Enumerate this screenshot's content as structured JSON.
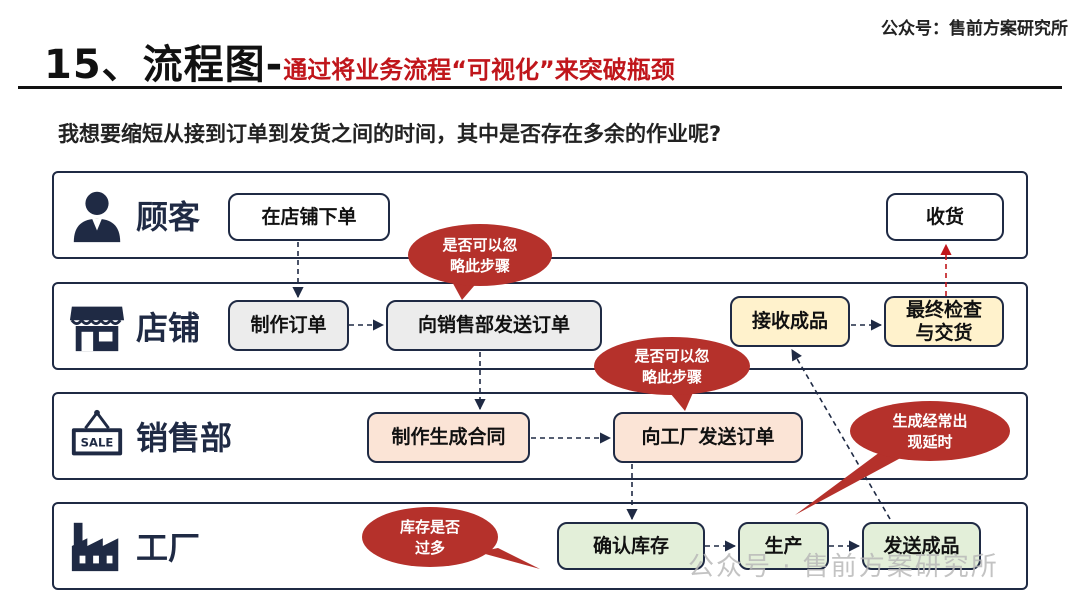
{
  "brand": "公众号：售前方案研究所",
  "title": {
    "main": "15、流程图-",
    "sub": "通过将业务流程“可视化”来突破瓶颈"
  },
  "question": "我想要缩短从接到订单到发货之间的时间，其中是否存在多余的作业呢?",
  "lanes": [
    {
      "label": "顾客",
      "icon": "customer-icon"
    },
    {
      "label": "店铺",
      "icon": "store-icon"
    },
    {
      "label": "销售部",
      "icon": "sale-sign-icon"
    },
    {
      "label": "工厂",
      "icon": "factory-icon"
    }
  ],
  "steps": {
    "place_order": "在店铺下单",
    "receive_goods": "收货",
    "make_order": "制作订单",
    "send_to_sales": "向销售部发送订单",
    "receive_product": "接收成品",
    "final_check_line1": "最终检查",
    "final_check_line2": "与交货",
    "make_contract": "制作生成合同",
    "send_to_factory": "向工厂发送订单",
    "check_stock": "确认库存",
    "produce": "生产",
    "ship_product": "发送成品"
  },
  "callouts": {
    "skip1_line1": "是否可以忽",
    "skip1_line2": "略此步骤",
    "skip2_line1": "是否可以忽",
    "skip2_line2": "略此步骤",
    "delay_line1": "生成经常出",
    "delay_line2": "现延时",
    "stock_line1": "库存是否",
    "stock_line2": "过多"
  },
  "watermark": "公众号 · 售前方案研究所",
  "colors": {
    "accent_red": "#c0161b",
    "bubble": "#b5312b",
    "lane_border": "#1f2a44"
  }
}
